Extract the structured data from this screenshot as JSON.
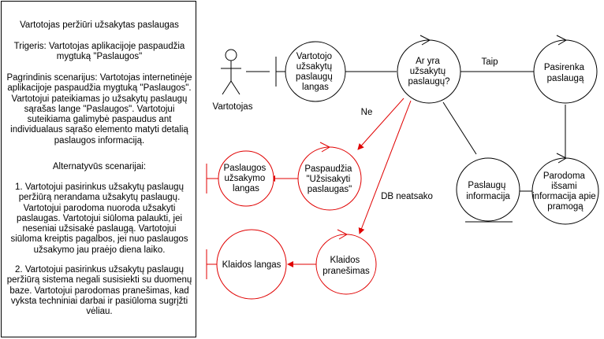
{
  "description": {
    "title": "Vartotojas peržiūri užsakytas paslaugas",
    "trigger": "Trigeris: Vartotojas aplikacijoje paspaudžia mygtuką \"Paslaugos\"",
    "main_scenario": "Pagrindinis scenarijus: Vartotojas internetinėje aplikacijoje paspaudžia mygtuką \"Paslaugos\". Vartotojui pateikiamas jo užsakytų paslaugų sąrašas lange \"Paslaugos\". Vartotojui suteikiama galimybė paspaudus ant individualaus sąrašo elemento matyti detalią paslaugos informaciją.",
    "alt_heading": "Alternatyvūs scenarijai:",
    "alt_1": "1. Vartotojui pasirinkus užsakytų paslaugų peržiūrą nerandama užsakytų paslaugų. Vartotojui parodoma nuoroda užsakyti paslaugas. Vartotojui siūloma palaukti, jei neseniai užsisakė paslaugą. Vartotojui siūloma kreiptis pagalbos, jei nuo paslaugos užsakymo jau praėjo diena laiko.",
    "alt_2": "2. Vartotojui pasirinkus užsakytų paslaugų peržiūrą sistema negali susisiekti su duomenų baze. Vartotojui parodomas pranešimas, kad vyksta techniniai darbai ir pasiūloma sugrįžti vėliau."
  },
  "actor": {
    "label": "Vartotojas"
  },
  "nodes": {
    "boundary_main": [
      "Vartotojo",
      "užsakytų",
      "paslaugų",
      "langas"
    ],
    "control_check": [
      "Ar yra",
      "užsakytų",
      "paslaugų?"
    ],
    "control_choose": [
      "Pasirenka",
      "paslaugą"
    ],
    "entity_info": [
      "Paslaugų",
      "informacija"
    ],
    "control_show": [
      "Parodoma",
      "išsami",
      "informacija apie",
      "pramogą"
    ],
    "control_click_order": [
      "Paspaudžia",
      "\"Užsisakyti",
      "paslaugas\""
    ],
    "boundary_order": [
      "Paslaugos",
      "užsakymo",
      "langas"
    ],
    "control_error": [
      "Klaidos",
      "pranešimas"
    ],
    "boundary_error": [
      "Klaidos langas"
    ]
  },
  "edge_labels": {
    "yes": "Taip",
    "no": "Ne",
    "db_down": "DB neatsako"
  },
  "colors": {
    "normal": "#000000",
    "alternate": "#e00000"
  }
}
